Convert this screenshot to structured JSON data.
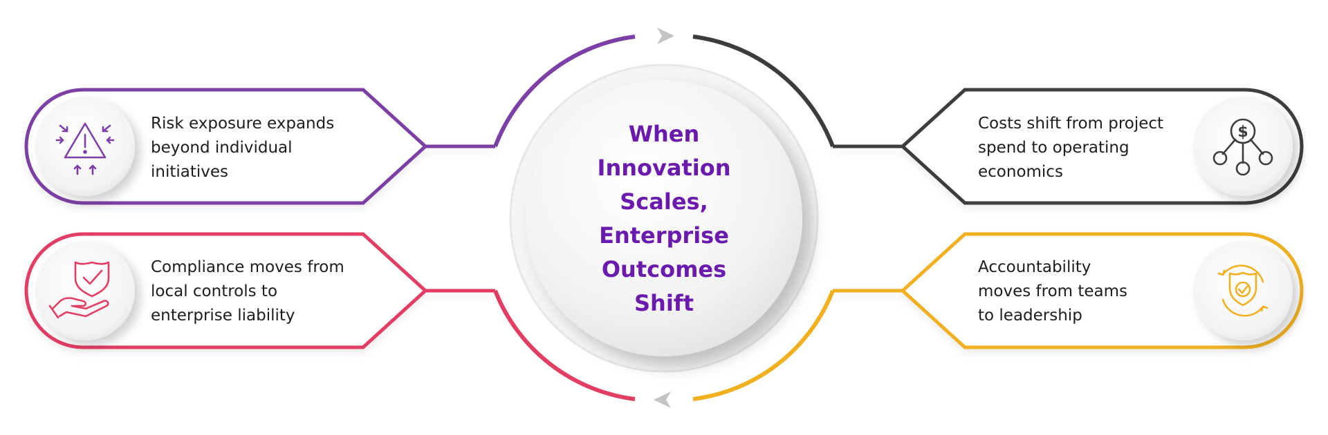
{
  "center": {
    "title_lines": [
      "When",
      "Innovation",
      "Scales,",
      "Enterprise",
      "Outcomes",
      "Shift"
    ]
  },
  "cards": [
    {
      "id": "risk",
      "lines": [
        "Risk exposure expands",
        "beyond individual",
        "initiatives"
      ],
      "icon": "risk-warning-icon",
      "color": "#7b3fa5"
    },
    {
      "id": "compliance",
      "lines": [
        "Compliance moves from",
        "local controls to",
        "enterprise liability"
      ],
      "icon": "shield-hand-icon",
      "color": "#e23d63"
    },
    {
      "id": "costs",
      "lines": [
        "Costs shift from project",
        "spend to operating",
        "economics"
      ],
      "icon": "dollar-network-icon",
      "color": "#3c3c3c"
    },
    {
      "id": "accountability",
      "lines": [
        "Accountability",
        "moves from teams",
        "to leadership"
      ],
      "icon": "shield-cycle-icon",
      "color": "#f0b020"
    }
  ],
  "colors": {
    "purple": "#7b3fa5",
    "pink": "#e23d63",
    "dark": "#3c3c3c",
    "yellow": "#f0b020",
    "title": "#6a1aad",
    "arrow": "#c4c4c4"
  }
}
